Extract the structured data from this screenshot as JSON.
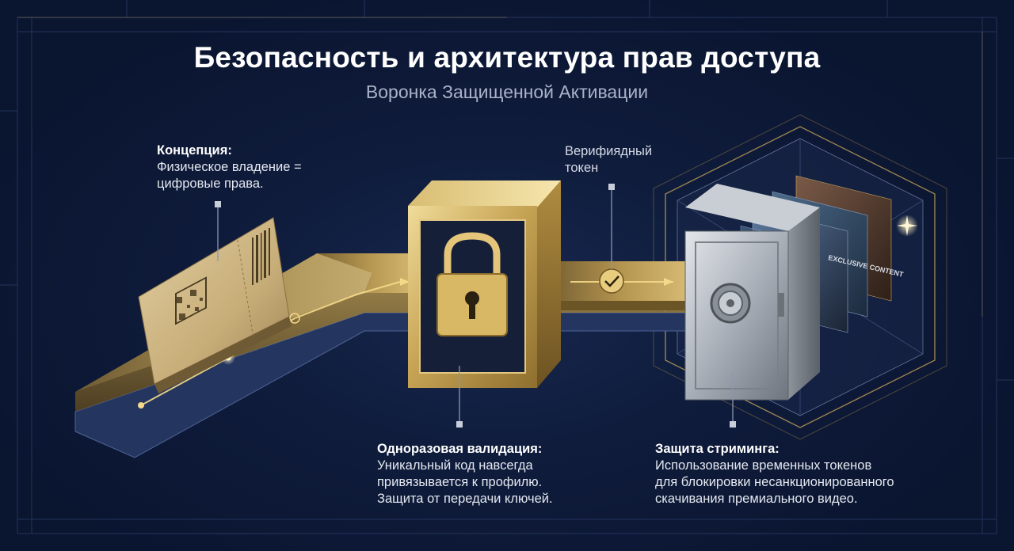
{
  "header": {
    "title": "Безопасность и архитектура прав доступа",
    "subtitle": "Воронка Защищенной Активации"
  },
  "callouts": {
    "concept": {
      "heading": "Концепция:",
      "lines": [
        "Физическое владение =",
        "цифровые права."
      ]
    },
    "token": {
      "lines": [
        "Верифиядный",
        "токен"
      ]
    },
    "validation": {
      "heading": "Одноразовая валидация:",
      "lines": [
        "Уникальный код навсегда",
        "привязывается к профилю.",
        "Защита от передачи ключей."
      ]
    },
    "streaming": {
      "heading": "Защита стриминга:",
      "lines": [
        "Использование временных токенов",
        "для блокировки несанкционированного",
        "скачивания премиального видео."
      ]
    }
  },
  "vault": {
    "content_cards": [
      "EXCLUSIVE CONTENT"
    ]
  },
  "colors": {
    "background": "#0c1730",
    "gold": "#c9a85a",
    "gold_light": "#f1dfa0",
    "silver": "#b9bfc8",
    "accent_line": "#d8c27c"
  }
}
